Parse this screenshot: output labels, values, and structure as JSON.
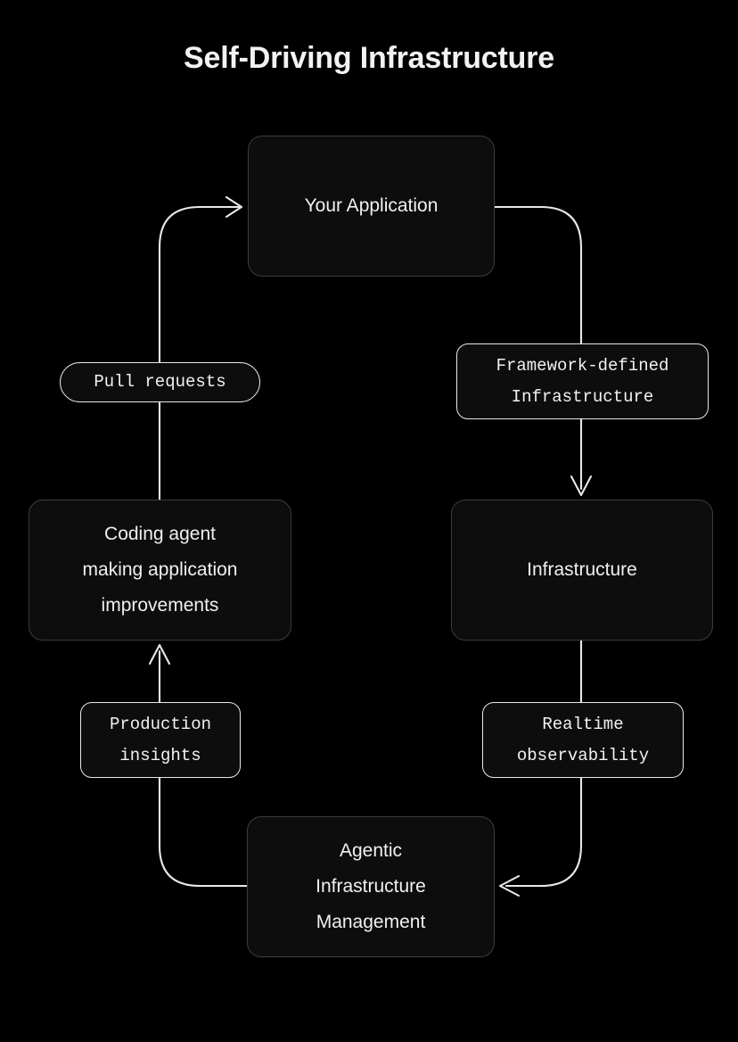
{
  "title": "Self-Driving Infrastructure",
  "colors": {
    "background": "#000000",
    "node_fill": "#0d0d0d",
    "node_border": "#3c3c3c",
    "label_border": "#e8e8e8",
    "text": "#f2f2f2",
    "edge": "#e8e8e8"
  },
  "chart_data": {
    "type": "diagram",
    "title": "Self-Driving Infrastructure",
    "layout": "cycle",
    "nodes": [
      {
        "id": "your-application",
        "label": "Your Application",
        "shape": "rounded-rect"
      },
      {
        "id": "infrastructure",
        "label": "Infrastructure",
        "shape": "rounded-rect"
      },
      {
        "id": "agentic-infrastructure-management",
        "label": "Agentic\nInfrastructure\nManagement",
        "shape": "rounded-rect"
      },
      {
        "id": "coding-agent",
        "label": "Coding agent\nmaking application\nimprovements",
        "shape": "rounded-rect"
      }
    ],
    "edges": [
      {
        "from": "your-application",
        "to": "infrastructure",
        "label": "Framework-defined\nInfrastructure"
      },
      {
        "from": "infrastructure",
        "to": "agentic-infrastructure-management",
        "label": "Realtime\nobservability"
      },
      {
        "from": "agentic-infrastructure-management",
        "to": "coding-agent",
        "label": "Production\ninsights"
      },
      {
        "from": "coding-agent",
        "to": "your-application",
        "label": "Pull requests"
      }
    ]
  },
  "nodes": {
    "your_application": "Your Application",
    "coding_agent": "Coding agent\nmaking application\nimprovements",
    "infrastructure": "Infrastructure",
    "agentic_management": "Agentic\nInfrastructure\nManagement"
  },
  "edge_labels": {
    "pull_requests": "Pull requests",
    "framework_defined": "Framework-defined\nInfrastructure",
    "production_insights": "Production\ninsights",
    "realtime_observability": "Realtime\nobservability"
  }
}
